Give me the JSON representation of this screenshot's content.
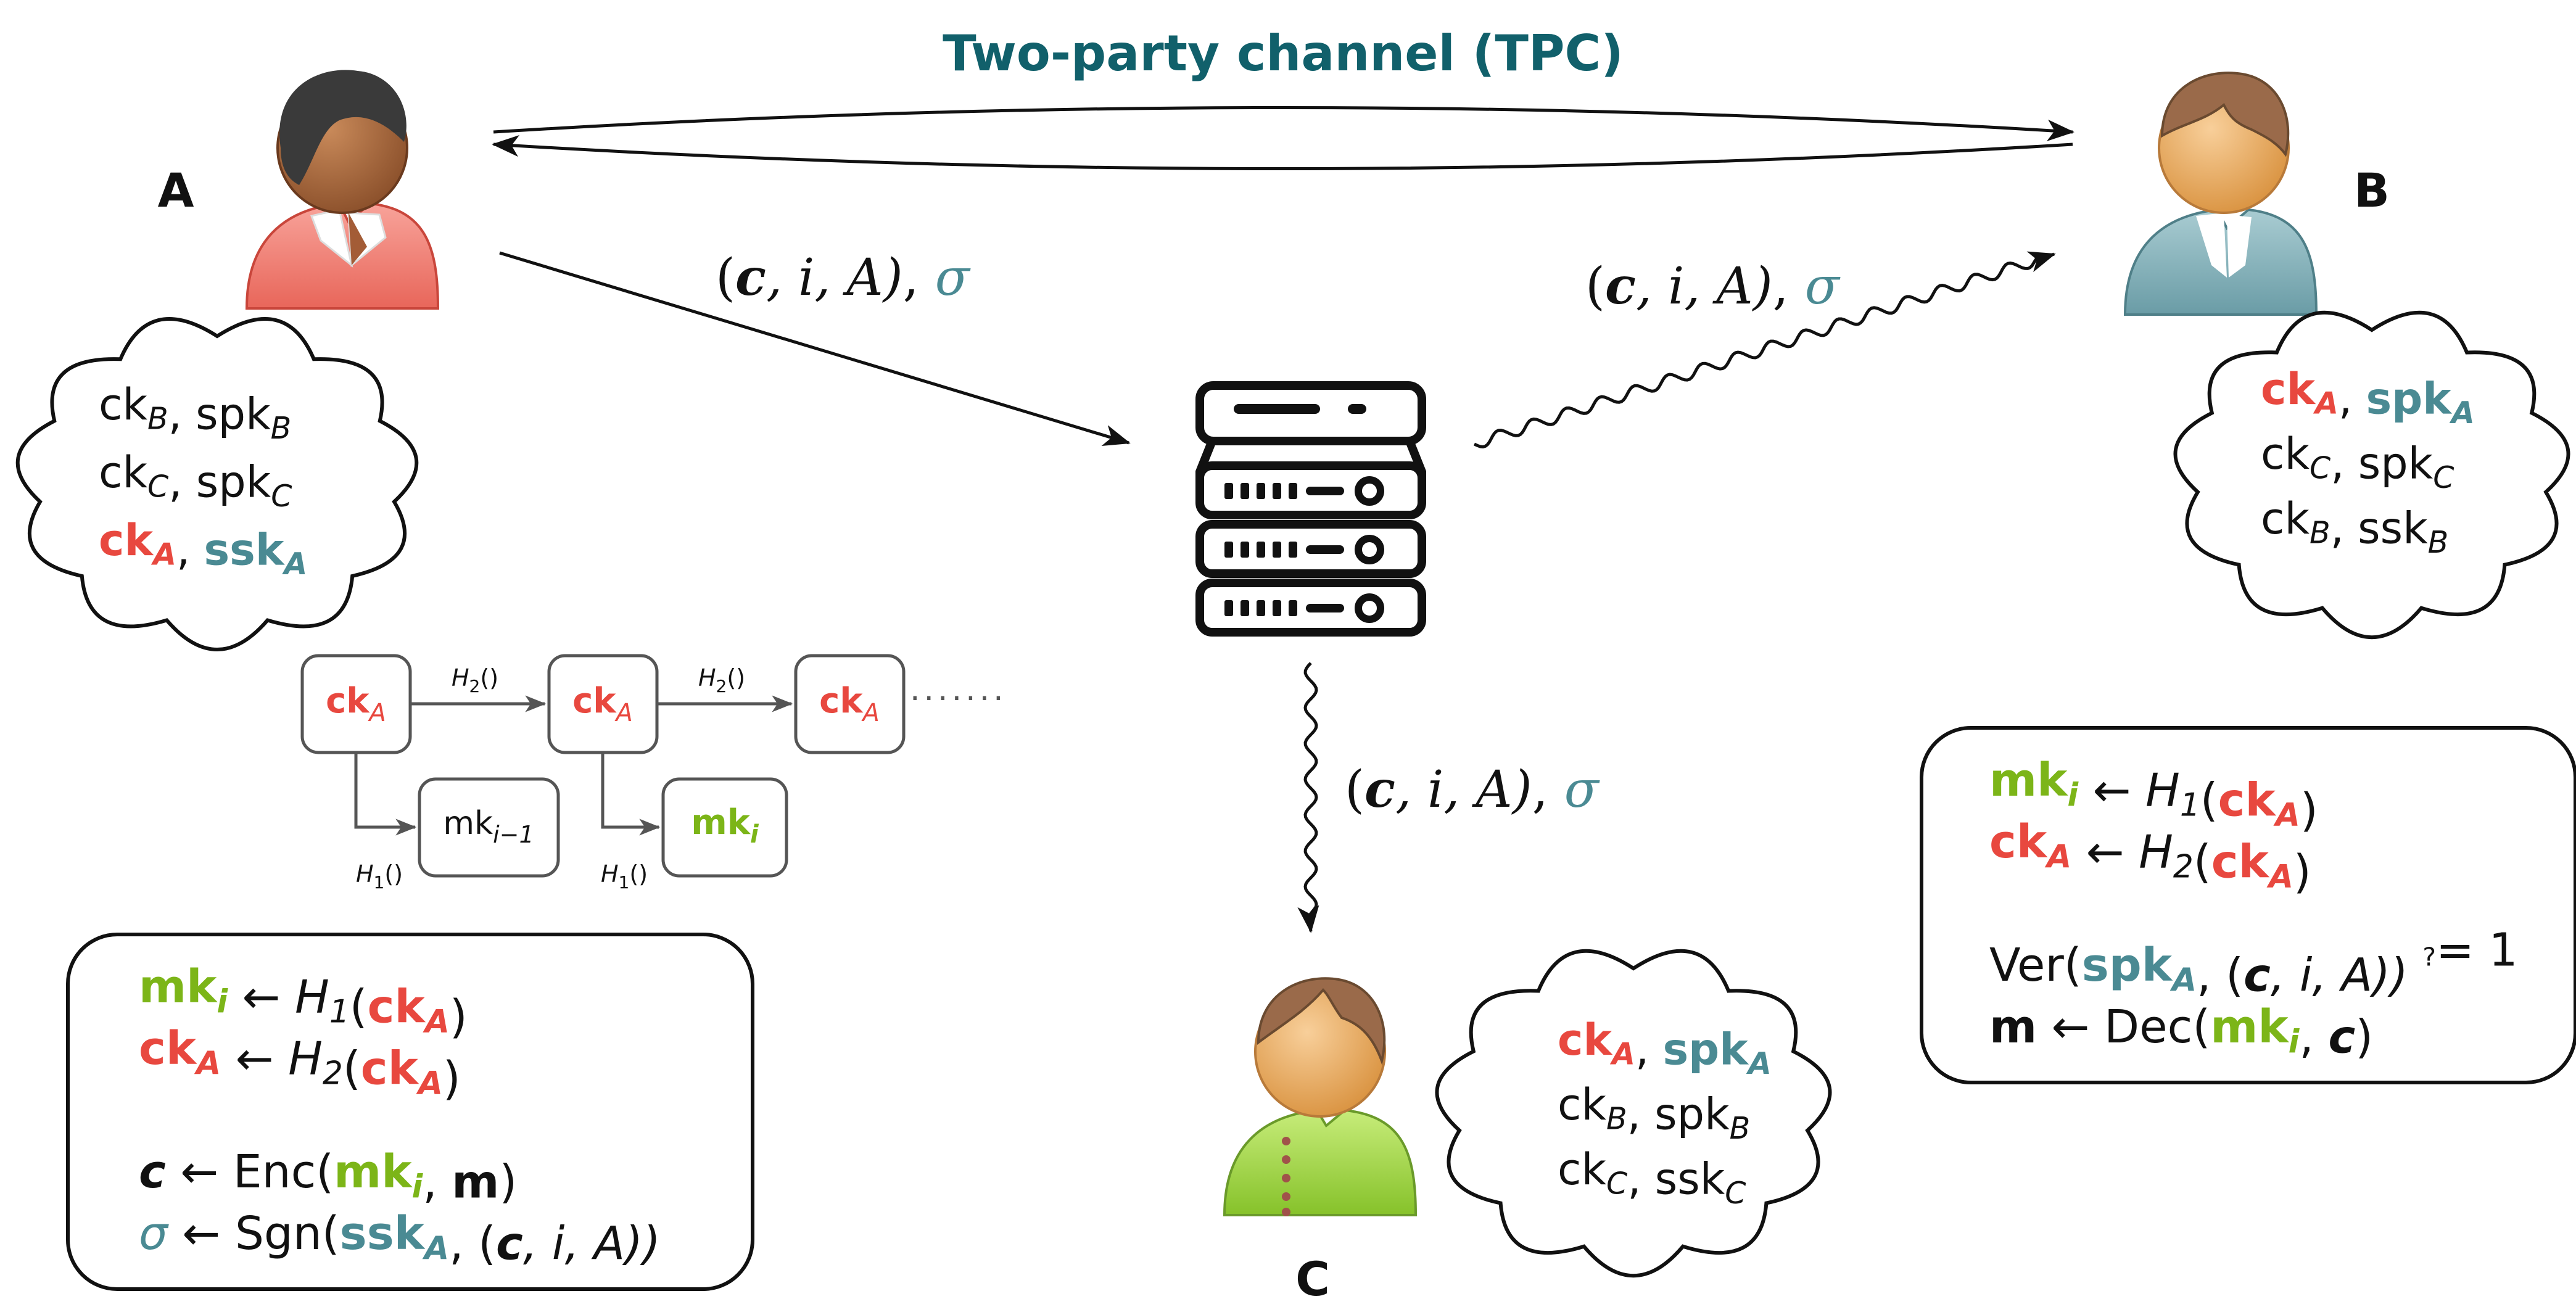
{
  "colors": {
    "red": "#e8483f",
    "teal": "#4a8a93",
    "green": "#7cb518",
    "title": "#11606b",
    "black": "#111111",
    "gray": "#555555"
  },
  "title": "Two-party channel (TPC)",
  "parties": {
    "a": "A",
    "b": "B",
    "c": "C"
  },
  "messages": {
    "open": "(",
    "c": "c",
    "rest": ", i, A)",
    "comma": ", ",
    "sigma": "σ"
  },
  "clouds": {
    "a": [
      [
        {
          "t": "ck",
          "s": "B",
          "c": "black"
        },
        {
          "t": ", ",
          "c": "black"
        },
        {
          "t": "spk",
          "s": "B",
          "c": "black"
        }
      ],
      [
        {
          "t": "ck",
          "s": "C",
          "c": "black"
        },
        {
          "t": ", ",
          "c": "black"
        },
        {
          "t": "spk",
          "s": "C",
          "c": "black"
        }
      ],
      [
        {
          "t": "ck",
          "s": "A",
          "c": "red",
          "b": true
        },
        {
          "t": ", ",
          "c": "black"
        },
        {
          "t": "ssk",
          "s": "A",
          "c": "teal",
          "b": true
        }
      ]
    ],
    "b": [
      [
        {
          "t": "ck",
          "s": "A",
          "c": "red",
          "b": true
        },
        {
          "t": ", ",
          "c": "black"
        },
        {
          "t": "spk",
          "s": "A",
          "c": "teal",
          "b": true
        }
      ],
      [
        {
          "t": "ck",
          "s": "C",
          "c": "black"
        },
        {
          "t": ", ",
          "c": "black"
        },
        {
          "t": "spk",
          "s": "C",
          "c": "black"
        }
      ],
      [
        {
          "t": "ck",
          "s": "B",
          "c": "black"
        },
        {
          "t": ", ",
          "c": "black"
        },
        {
          "t": "ssk",
          "s": "B",
          "c": "black"
        }
      ]
    ],
    "c": [
      [
        {
          "t": "ck",
          "s": "A",
          "c": "red",
          "b": true
        },
        {
          "t": ", ",
          "c": "black"
        },
        {
          "t": "spk",
          "s": "A",
          "c": "teal",
          "b": true
        }
      ],
      [
        {
          "t": "ck",
          "s": "B",
          "c": "black"
        },
        {
          "t": ", ",
          "c": "black"
        },
        {
          "t": "spk",
          "s": "B",
          "c": "black"
        }
      ],
      [
        {
          "t": "ck",
          "s": "C",
          "c": "black"
        },
        {
          "t": ", ",
          "c": "black"
        },
        {
          "t": "ssk",
          "s": "C",
          "c": "black"
        }
      ]
    ]
  },
  "chain": {
    "ck_main": "ck",
    "ck_sub": "A",
    "h2": "H",
    "h2_sub": "2",
    "h1": "H",
    "h1_sub": "1",
    "parens": "()",
    "mk_prev": "mk",
    "mk_prev_sub": "i−1",
    "mk_cur": "mk",
    "mk_cur_sub": "i",
    "dots": "·······"
  },
  "boxes": {
    "sender": [
      [
        {
          "t": "mk",
          "s": "i",
          "c": "green",
          "b": true
        },
        {
          "t": " ← ",
          "c": "black"
        },
        {
          "t": "H",
          "s": "1",
          "c": "black",
          "i": true
        },
        {
          "t": "(",
          "c": "black"
        },
        {
          "t": "ck",
          "s": "A",
          "c": "red",
          "b": true
        },
        {
          "t": ")",
          "c": "black"
        }
      ],
      [
        {
          "t": "ck",
          "s": "A",
          "c": "red",
          "b": true
        },
        {
          "t": " ← ",
          "c": "black"
        },
        {
          "t": "H",
          "s": "2",
          "c": "black",
          "i": true
        },
        {
          "t": "(",
          "c": "black"
        },
        {
          "t": "ck",
          "s": "A",
          "c": "red",
          "b": true
        },
        {
          "t": ")",
          "c": "black"
        }
      ],
      [],
      [
        {
          "t": "c",
          "c": "black",
          "b": true,
          "i": true
        },
        {
          "t": " ← Enc(",
          "c": "black"
        },
        {
          "t": "mk",
          "s": "i",
          "c": "green",
          "b": true
        },
        {
          "t": ", ",
          "c": "black"
        },
        {
          "t": "m",
          "c": "black",
          "b": true
        },
        {
          "t": ")",
          "c": "black"
        }
      ],
      [
        {
          "t": "σ",
          "c": "teal",
          "i": true
        },
        {
          "t": " ← Sgn(",
          "c": "black"
        },
        {
          "t": "ssk",
          "s": "A",
          "c": "teal",
          "b": true
        },
        {
          "t": ", (",
          "c": "black"
        },
        {
          "t": "c",
          "c": "black",
          "b": true,
          "i": true
        },
        {
          "t": ", i, A))",
          "c": "black",
          "i": true
        }
      ]
    ],
    "receiver": [
      [
        {
          "t": "mk",
          "s": "i",
          "c": "green",
          "b": true
        },
        {
          "t": " ← ",
          "c": "black"
        },
        {
          "t": "H",
          "s": "1",
          "c": "black",
          "i": true
        },
        {
          "t": "(",
          "c": "black"
        },
        {
          "t": "ck",
          "s": "A",
          "c": "red",
          "b": true
        },
        {
          "t": ")",
          "c": "black"
        }
      ],
      [
        {
          "t": "ck",
          "s": "A",
          "c": "red",
          "b": true
        },
        {
          "t": " ← ",
          "c": "black"
        },
        {
          "t": "H",
          "s": "2",
          "c": "black",
          "i": true
        },
        {
          "t": "(",
          "c": "black"
        },
        {
          "t": "ck",
          "s": "A",
          "c": "red",
          "b": true
        },
        {
          "t": ")",
          "c": "black"
        }
      ],
      [],
      [
        {
          "t": "Ver(",
          "c": "black"
        },
        {
          "t": "spk",
          "s": "A",
          "c": "teal",
          "b": true
        },
        {
          "t": ", (",
          "c": "black"
        },
        {
          "t": "c",
          "c": "black",
          "b": true,
          "i": true
        },
        {
          "t": ", i, A)) ",
          "c": "black",
          "i": true
        },
        {
          "t": "?",
          "c": "black",
          "q": true
        },
        {
          "t": "= 1",
          "c": "black"
        }
      ],
      [
        {
          "t": "m",
          "c": "black",
          "b": true
        },
        {
          "t": " ← Dec(",
          "c": "black"
        },
        {
          "t": "mk",
          "s": "i",
          "c": "green",
          "b": true
        },
        {
          "t": ", ",
          "c": "black"
        },
        {
          "t": "c",
          "c": "black",
          "b": true,
          "i": true
        },
        {
          "t": ")",
          "c": "black"
        }
      ]
    ]
  }
}
